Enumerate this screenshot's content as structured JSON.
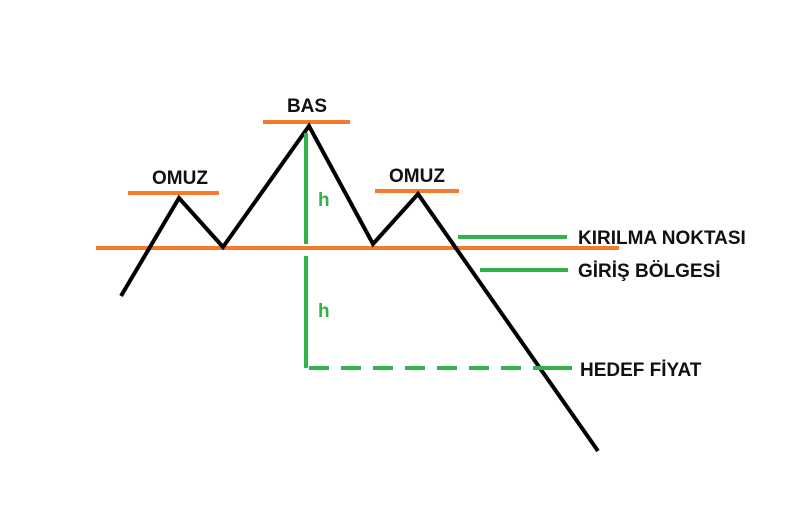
{
  "labels": {
    "head": "BAS",
    "left_shoulder": "OMUZ",
    "right_shoulder": "OMUZ",
    "breakout": "KIRILMA NOKTASI",
    "entry": "GİRİŞ BÖLGESİ",
    "target": "HEDEF FİYAT",
    "height_upper": "h",
    "height_lower": "h"
  },
  "colors": {
    "price_line": "#000000",
    "neckline": "#f47a2c",
    "measure": "#2fb24a",
    "text": "#111111",
    "background": "#ffffff"
  }
}
